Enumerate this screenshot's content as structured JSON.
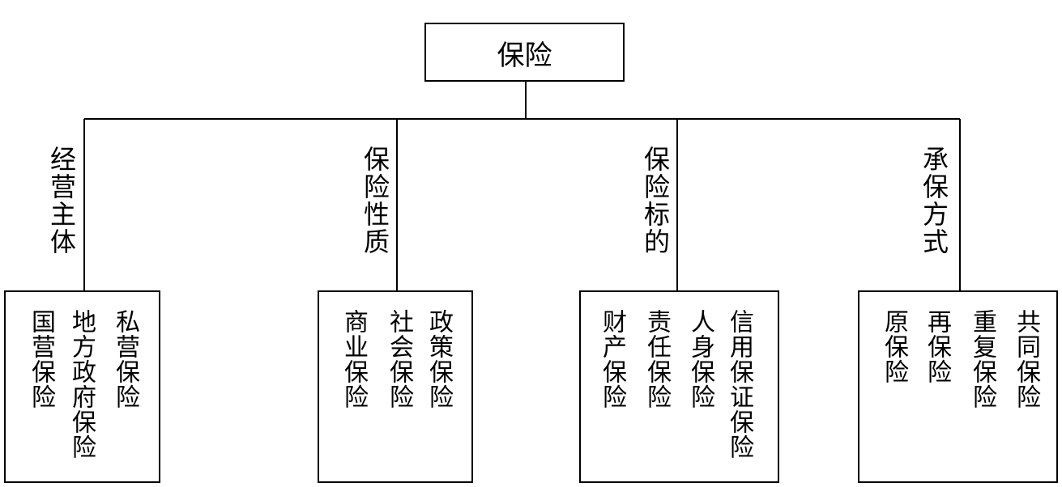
{
  "root": "保险",
  "categories": [
    {
      "label": "经营主体",
      "items": [
        "私营保险",
        "地方政府保险",
        "国营保险"
      ]
    },
    {
      "label": "保险性质",
      "items": [
        "政策保险",
        "社会保险",
        "商业保险"
      ]
    },
    {
      "label": "保险标的",
      "items": [
        "信用保证保险",
        "人身保险",
        "责任保险",
        "财产保险"
      ]
    },
    {
      "label": "承保方式",
      "items": [
        "共同保险",
        "重复保险",
        "再保险",
        "原保险"
      ]
    }
  ]
}
